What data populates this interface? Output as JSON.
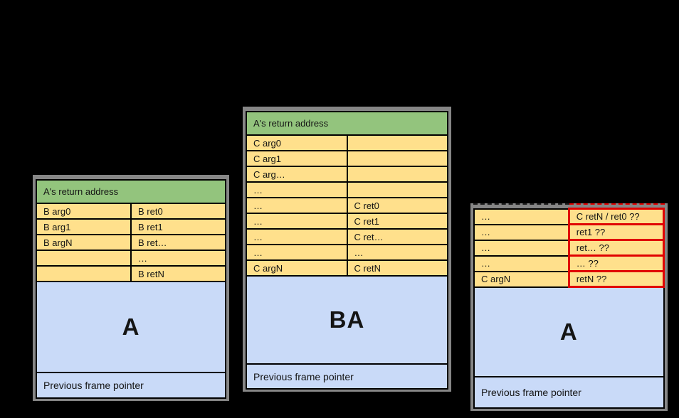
{
  "colors": {
    "canvas-black": "#000000",
    "frame-gray": "#868686",
    "header-green": "#93c47d",
    "slot-yellow": "#ffe08c",
    "frame-blue": "#c9daf8",
    "highlight-red": "#e00000",
    "dash-dark": "#1c1c1c"
  },
  "stacks": [
    {
      "id": "left",
      "header": "A's return address",
      "rows": [
        [
          "B arg0",
          "B ret0"
        ],
        [
          "B arg1",
          "B ret1"
        ],
        [
          "B argN",
          "B ret…"
        ],
        [
          "",
          "…"
        ],
        [
          "",
          "B retN"
        ]
      ],
      "frame_label": "A",
      "footer": "Previous frame pointer"
    },
    {
      "id": "middle",
      "header": "A's return address",
      "rows": [
        [
          "C arg0",
          ""
        ],
        [
          "C arg1",
          ""
        ],
        [
          "C arg…",
          ""
        ],
        [
          "…",
          ""
        ],
        [
          "…",
          "C ret0"
        ],
        [
          "…",
          "C ret1"
        ],
        [
          "…",
          "C ret…"
        ],
        [
          "…",
          "…"
        ],
        [
          "C argN",
          "C retN"
        ]
      ],
      "frame_label": "BA",
      "footer": "Previous frame pointer"
    },
    {
      "id": "right",
      "rows": [
        [
          "…",
          "C retN / ret0 ??"
        ],
        [
          "…",
          "ret1 ??"
        ],
        [
          "…",
          "ret… ??"
        ],
        [
          "…",
          "… ??"
        ],
        [
          "C argN",
          "retN ??"
        ]
      ],
      "frame_label": "A",
      "footer": "Previous frame pointer",
      "highlight_right_column": true
    }
  ]
}
